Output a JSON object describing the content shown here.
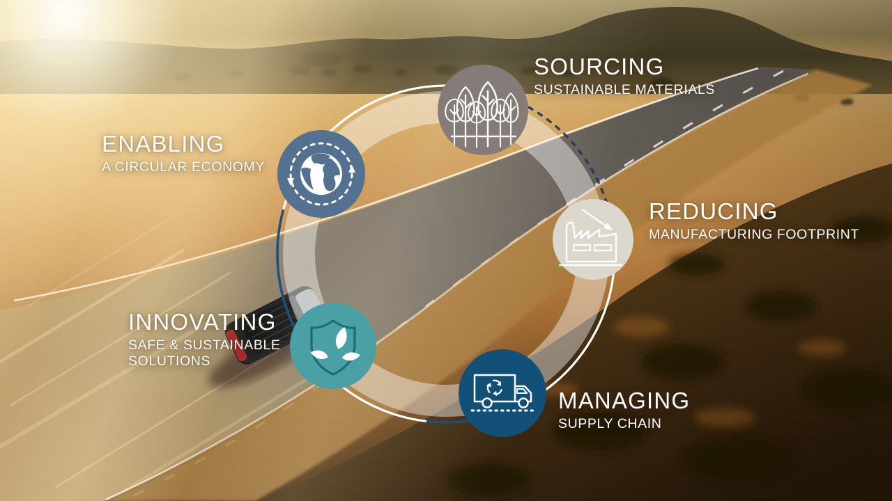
{
  "diagram": {
    "ring_color": "#ffffff",
    "arc_navy_color": "#1d4e7c",
    "arc_dash_navy_color": "#1c3a5f",
    "nodes": [
      {
        "id": "sourcing",
        "title": "SOURCING",
        "subtitle": "SUSTAINABLE MATERIALS",
        "icon": "forest-trees-icon",
        "circle_color": "#857b79"
      },
      {
        "id": "enabling",
        "title": "ENABLING",
        "subtitle": "A CIRCULAR ECONOMY",
        "icon": "globe-rotation-icon",
        "circle_color": "#54718f"
      },
      {
        "id": "reducing",
        "title": "REDUCING",
        "subtitle": "MANUFACTURING FOOTPRINT",
        "icon": "factory-arrow-icon",
        "circle_color": "#dcd7cd"
      },
      {
        "id": "innovating",
        "title": "INNOVATING",
        "subtitle": "SAFE & SUSTAINABLE",
        "subtitle2": "SOLUTIONS",
        "icon": "shield-leaves-icon",
        "circle_color": "#4aa0a5"
      },
      {
        "id": "managing",
        "title": "MANAGING",
        "subtitle": "SUPPLY CHAIN",
        "icon": "recycling-truck-icon",
        "circle_color": "#135077"
      }
    ],
    "scene_colors": {
      "field_gold": "#c69150",
      "road_gray": "#6b655f",
      "hills_dark": "#3d3722",
      "taillight_red": "#a32222",
      "label_text": "#ffffff"
    }
  }
}
